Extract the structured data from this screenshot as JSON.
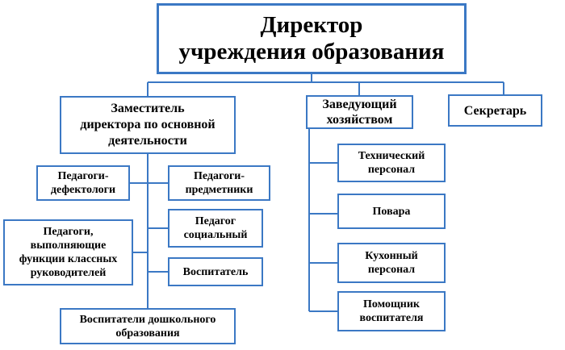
{
  "diagram": {
    "colors": {
      "box_border": "#3b78c4",
      "connector": "#3b78c4",
      "text": "#000000"
    },
    "nodes": {
      "director": "Директор\nучреждения образования",
      "deputy": "Заместитель\nдиректора по основной\nдеятельности",
      "manager": "Заведующий\nхозяйством",
      "secretary": "Секретарь",
      "defect": "Педагоги-\nдефектологи",
      "subject": "Педагоги-\nпредметники",
      "class": "Педагоги,\nвыполняющие\nфункции классных\nруководителей",
      "social": "Педагог\nсоциальный",
      "educator": "Воспитатель",
      "preschool": "Воспитатели дошкольного\nобразования",
      "tech": "Технический\nперсонал",
      "cooks": "Повара",
      "kitchen": "Кухонный\nперсонал",
      "assistant": "Помощник\nвоспитателя"
    }
  }
}
